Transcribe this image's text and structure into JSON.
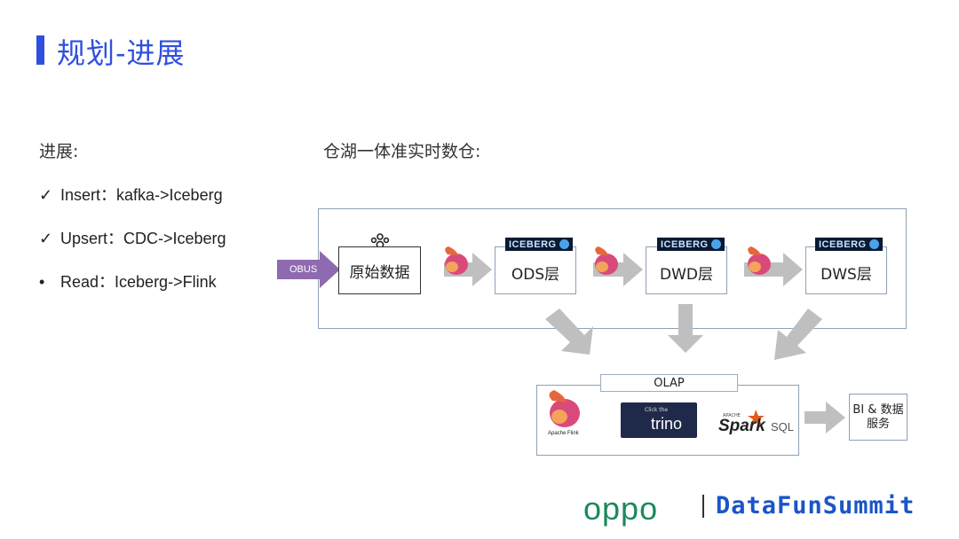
{
  "title": "规划-进展",
  "left": {
    "heading": "进展:",
    "items": [
      {
        "mark": "✓",
        "text": "Insert：kafka->Iceberg"
      },
      {
        "mark": "✓",
        "text": "Upsert：CDC->Iceberg"
      },
      {
        "mark": "•",
        "text": "Read：Iceberg->Flink"
      }
    ]
  },
  "diagram": {
    "heading": "仓湖一体准实时数仓:",
    "source_label": "OBUS",
    "raw_node": "原始数据",
    "ods_node": "ODS层",
    "dwd_node": "DWD层",
    "dws_node": "DWS层",
    "iceberg_tag": "ICEBERG",
    "olap_label": "OLAP",
    "flink_caption": "Apache Flink",
    "trino_small": "Click the",
    "trino_text": "trino",
    "spark_small": "APACHE",
    "spark_text": "Spark",
    "sql_text": "SQL",
    "bi_line1": "BI & 数据",
    "bi_line2": "服务"
  },
  "footer": {
    "brand": "oppo",
    "summit": "DataFunSummit"
  },
  "colors": {
    "title_blue": "#2f4fe0",
    "source_arrow": "#8e6bb0",
    "flow_arrow": "#bfbfbf",
    "oppo_green": "#1a8a5a",
    "summit_blue": "#1a55c8"
  }
}
